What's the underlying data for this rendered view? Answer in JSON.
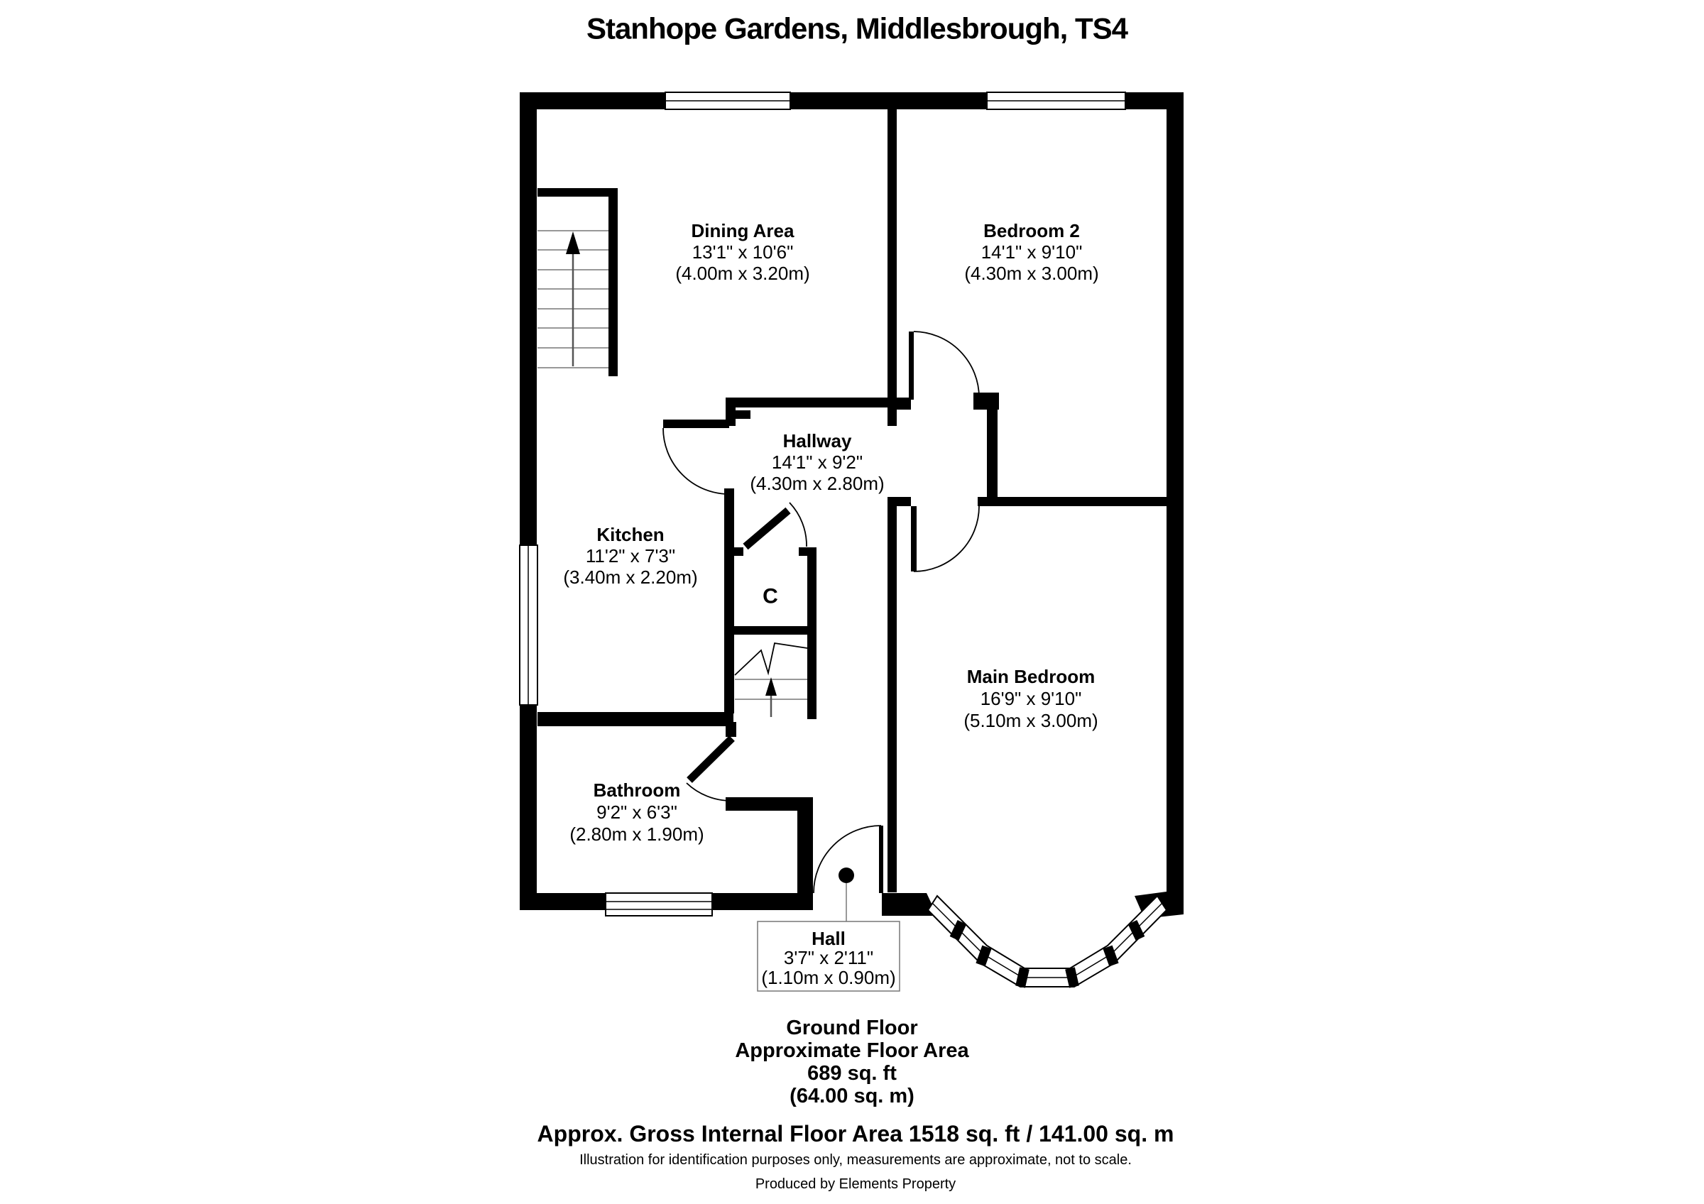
{
  "title": "Stanhope Gardens, Middlesbrough, TS4",
  "plan": {
    "rooms": {
      "dining": {
        "name": "Dining Area",
        "imperial": "13'1\" x 10'6\"",
        "metric": "(4.00m x 3.20m)"
      },
      "bedroom2": {
        "name": "Bedroom 2",
        "imperial": "14'1\" x 9'10\"",
        "metric": "(4.30m x 3.00m)"
      },
      "hallway": {
        "name": "Hallway",
        "imperial": "14'1\" x 9'2\"",
        "metric": "(4.30m x 2.80m)"
      },
      "kitchen": {
        "name": "Kitchen",
        "imperial": "11'2\" x 7'3\"",
        "metric": "(3.40m x 2.20m)"
      },
      "main_bedroom": {
        "name": "Main Bedroom",
        "imperial": "16'9\" x 9'10\"",
        "metric": "(5.10m x 3.00m)"
      },
      "bathroom": {
        "name": "Bathroom",
        "imperial": "9'2\" x 6'3\"",
        "metric": "(2.80m x 1.90m)"
      },
      "hall": {
        "name": "Hall",
        "imperial": "3'7\" x 2'11\"",
        "metric": "(1.10m x 0.90m)"
      },
      "cupboard": {
        "label": "C"
      }
    }
  },
  "footer": {
    "floor_name": "Ground Floor",
    "area_heading": "Approximate Floor Area",
    "area_imperial": "689 sq. ft",
    "area_metric": "(64.00 sq. m)",
    "gross_area": "Approx. Gross Internal Floor Area 1518 sq. ft / 141.00 sq. m",
    "disclaimer": "Illustration for identification purposes only, measurements are approximate, not to scale.",
    "credit": "Produced by Elements Property"
  },
  "colors": {
    "wall": "#000000",
    "background": "#ffffff"
  }
}
